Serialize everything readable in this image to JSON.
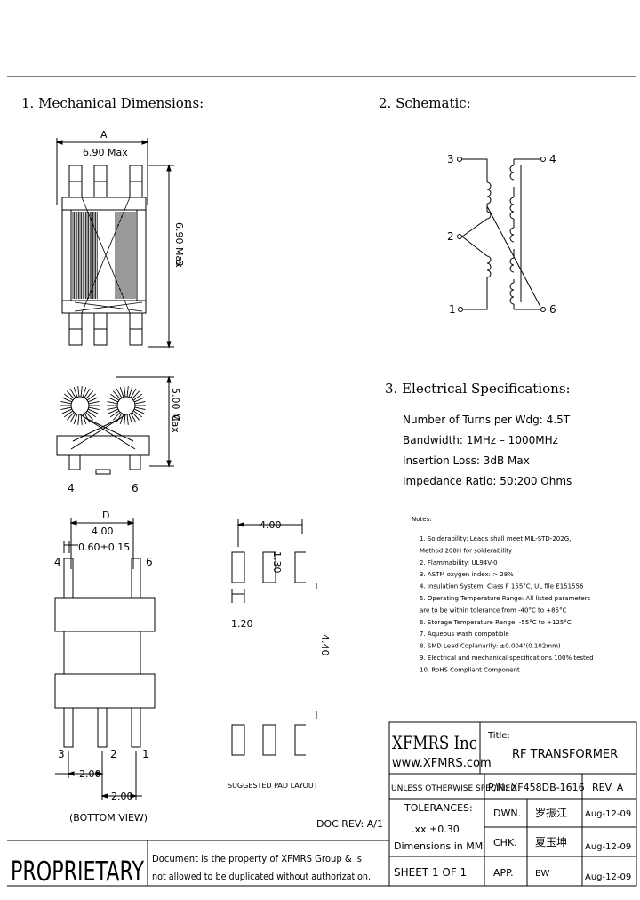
{
  "sections": {
    "mechanical": "1. Mechanical Dimensions:",
    "schematic": "2. Schematic:",
    "electrical": "3. Electrical Specifications:"
  },
  "dims": {
    "a_label": "A",
    "a_value": "6.90 Max",
    "b_label": "B",
    "b_value": "6.90 Max",
    "c_label": "C",
    "c_value": "5.00 Max",
    "pin4": "4",
    "pin6": "6",
    "d_label": "D",
    "d_value": "4.00",
    "lead_width": "0.60±0.15",
    "bv_pin4": "4",
    "bv_pin6": "6",
    "bv_pin3": "3",
    "bv_pin2": "2",
    "bv_pin1": "1",
    "pitch1": "2.00",
    "pitch2": "2.00",
    "bottom_view": "(BOTTOM VIEW)"
  },
  "layout": {
    "pad_spacing": "4.00",
    "pad_height": "1.30",
    "pad_width": "1.20",
    "pad_gap": "4.40",
    "caption": "SUGGESTED PAD LAYOUT"
  },
  "schematic": {
    "p3": "3",
    "p2": "2",
    "p1": "1",
    "p4": "4",
    "p6": "6"
  },
  "specs": [
    "Number of Turns per Wdg: 4.5T",
    "Bandwidth: 1MHz – 1000MHz",
    "Insertion Loss: 3dB Max",
    "Impedance Ratio:   50:200 Ohms"
  ],
  "notes_title": "Notes:",
  "notes": [
    "1. Solderability: Leads shall meet MIL-STD-202G,",
    "    Method 208H for solderability",
    "2. Flammability: UL94V-0",
    "3. ASTM oxygen index: > 28%",
    "4. Insulation System: Class F 155°C, UL file E151556",
    "5. Operating Temperature Range: All listed parameters",
    "    are to be within tolerance from -40°C to +85°C",
    "6. Storage Temperature Range: -55°C to +125°C",
    "7. Aqueous wash compatible",
    "8. SMD Lead Coplanarity: ±0.004\"(0.102mm)",
    "9. Electrical and mechanical specifications 100% tested",
    "10. RoHS Compliant Component"
  ],
  "doc_rev": "DOC REV: A/1",
  "title_block": {
    "company": "XFMRS Inc",
    "website": "www.XFMRS.com",
    "title_label": "Title:",
    "title": "RF TRANSFORMER",
    "unless": "UNLESS OTHERWISE SPECIFIED",
    "pn": "P/N: XF458DB-1616",
    "rev": "REV. A",
    "tolerances": "TOLERANCES:",
    "xx": ".xx ±0.30",
    "dims_in": "Dimensions in MM",
    "dwn": "DWN.",
    "chk": "CHK.",
    "app": "APP.",
    "dwn_name": "罗振江",
    "chk_name": "夏玉坤",
    "app_name": "BW",
    "date1": "Aug-12-09",
    "date2": "Aug-12-09",
    "date3": "Aug-12-09",
    "sheet": "SHEET  1  OF  1"
  },
  "proprietary": "PROPRIETARY",
  "disclaimer1": "Document is the property of XFMRS Group & is",
  "disclaimer2": "not allowed to be duplicated without authorization."
}
